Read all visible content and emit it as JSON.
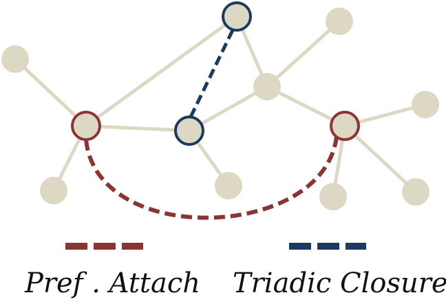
{
  "colors": {
    "background": "#ffffff",
    "node_fill": "#ddd8c4",
    "edge": "#ddd8c4",
    "pref_attach": "#8b3434",
    "triadic_closure": "#1b3a5e"
  },
  "legend": {
    "pref_attach_label": "Pref . Attach",
    "triadic_closure_label": "Triadic Closure"
  },
  "graph": {
    "nodes": [
      {
        "id": "n1",
        "highlight": "none"
      },
      {
        "id": "n2",
        "highlight": "none"
      },
      {
        "id": "n3",
        "highlight": "triadic"
      },
      {
        "id": "n4",
        "highlight": "none"
      },
      {
        "id": "n5",
        "highlight": "pref"
      },
      {
        "id": "n6",
        "highlight": "triadic"
      },
      {
        "id": "n7",
        "highlight": "pref"
      },
      {
        "id": "n8",
        "highlight": "none"
      },
      {
        "id": "n9",
        "highlight": "none"
      },
      {
        "id": "n10",
        "highlight": "none"
      },
      {
        "id": "n11",
        "highlight": "none"
      },
      {
        "id": "n12",
        "highlight": "none"
      }
    ],
    "edges": [
      [
        "n1",
        "n5"
      ],
      [
        "n5",
        "n3"
      ],
      [
        "n5",
        "n6"
      ],
      [
        "n5",
        "n9"
      ],
      [
        "n3",
        "n4"
      ],
      [
        "n4",
        "n2"
      ],
      [
        "n4",
        "n6"
      ],
      [
        "n4",
        "n7"
      ],
      [
        "n6",
        "n10"
      ],
      [
        "n7",
        "n8"
      ],
      [
        "n7",
        "n11"
      ],
      [
        "n7",
        "n12"
      ]
    ],
    "new_links": [
      {
        "from": "n5",
        "to": "n7",
        "type": "pref"
      },
      {
        "from": "n6",
        "to": "n3",
        "type": "triadic"
      }
    ]
  }
}
